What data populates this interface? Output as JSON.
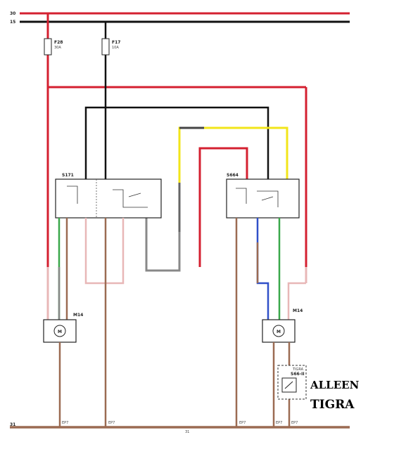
{
  "rails": {
    "top_red": "30",
    "top_black": "15",
    "bottom_ground": "31",
    "ground_label": "31"
  },
  "fuses": [
    {
      "id": "F28",
      "rating": "30A"
    },
    {
      "id": "F17",
      "rating": "10A"
    }
  ],
  "relays": [
    {
      "id": "S171"
    },
    {
      "id": "S664"
    }
  ],
  "motors": [
    {
      "id": "M14",
      "symbol": "M"
    },
    {
      "id": "M14",
      "symbol": "M"
    }
  ],
  "switch": {
    "id": "S66-II",
    "tag": "TIGRA"
  },
  "ground_tags": [
    "EP7",
    "EP7",
    "EP7",
    "EP7",
    "EP7"
  ],
  "note": {
    "line1": "ALLEEN",
    "line2": "TIGRA"
  },
  "colors": {
    "red": "#d42030",
    "black": "#111111",
    "brown": "#9b6b52",
    "pink": "#e8b7b7",
    "yellow": "#f2e51a",
    "green": "#3aa84a",
    "blue": "#3050c8",
    "gray": "#888888"
  }
}
